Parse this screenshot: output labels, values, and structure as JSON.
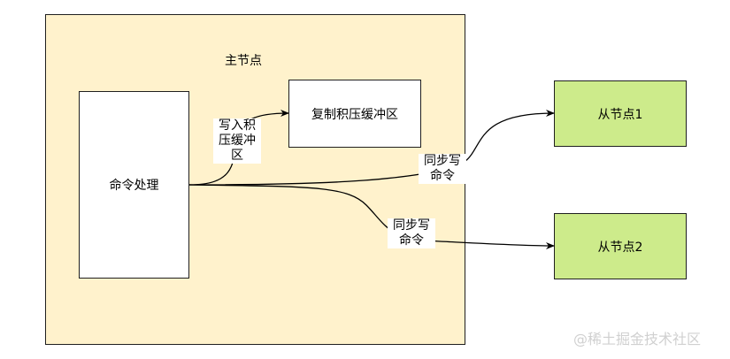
{
  "main_node": {
    "title": "主节点"
  },
  "command_box": {
    "label": "命令处理"
  },
  "backlog_box": {
    "label": "复制积压缓冲区"
  },
  "slaves": [
    {
      "label": "从节点1"
    },
    {
      "label": "从节点2"
    }
  ],
  "edges": {
    "write_backlog": [
      "写入积",
      "压缓冲",
      "区"
    ],
    "sync_1": [
      "同步写",
      "命令"
    ],
    "sync_2": [
      "同步写",
      "命令"
    ]
  },
  "watermark": "@稀土掘金技术社区",
  "colors": {
    "main_fill": "#fff2cc",
    "slave_fill": "#cdeb8b",
    "stroke": "#1f1f1f"
  }
}
